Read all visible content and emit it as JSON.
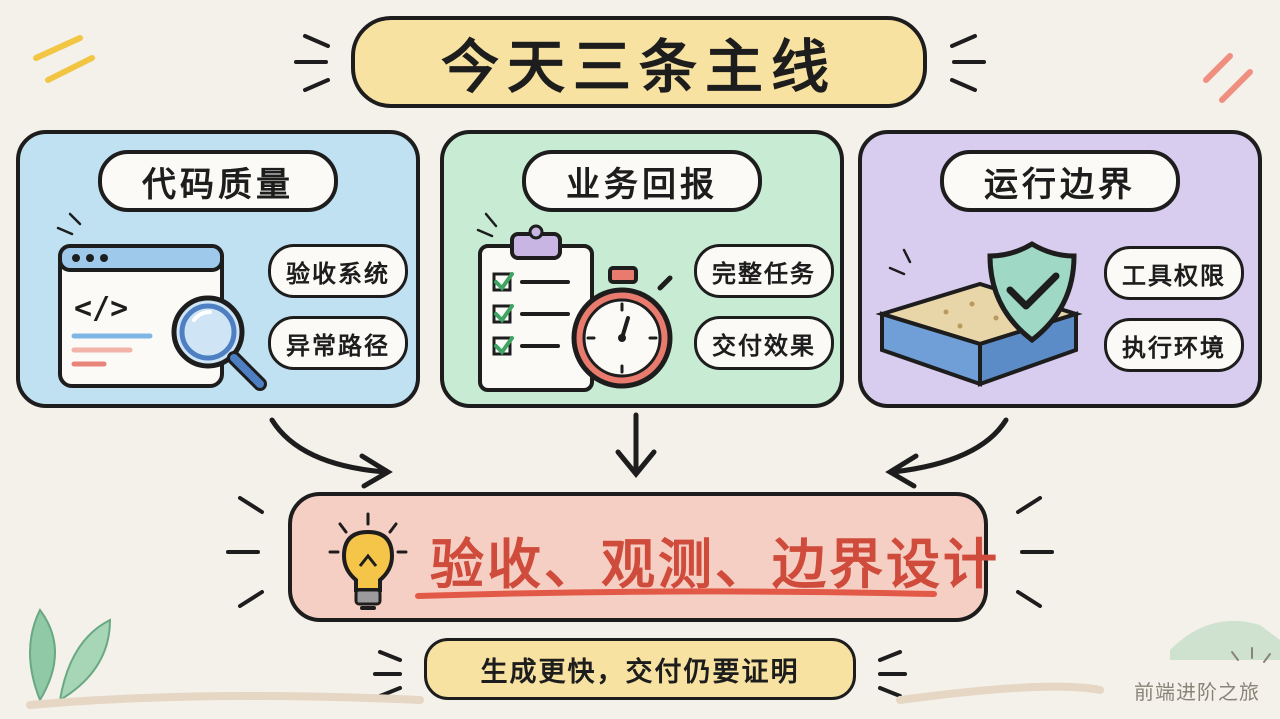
{
  "title": "今天三条主线",
  "cards": [
    {
      "title": "代码质量",
      "items": [
        "验收系统",
        "异常路径"
      ]
    },
    {
      "title": "业务回报",
      "items": [
        "完整任务",
        "交付效果"
      ]
    },
    {
      "title": "运行边界",
      "items": [
        "工具权限",
        "执行环境"
      ]
    }
  ],
  "conclusion": "验收、观测、边界设计",
  "subtitle": "生成更快，交付仍要证明",
  "watermark": "前端进阶之旅",
  "colors": {
    "title_bg": "#f7e2a1",
    "card_blue": "#bfe1f2",
    "card_green": "#c8ebd4",
    "card_purple": "#d8cdee",
    "conclusion_bg": "#f6cfc4",
    "conclusion_text": "#cf4b3b"
  },
  "icons": [
    "code-window-icon",
    "magnifier-icon",
    "clipboard-checklist-icon",
    "stopwatch-icon",
    "sandbox-tray-icon",
    "shield-check-icon",
    "lightbulb-icon",
    "leaf-icon"
  ]
}
